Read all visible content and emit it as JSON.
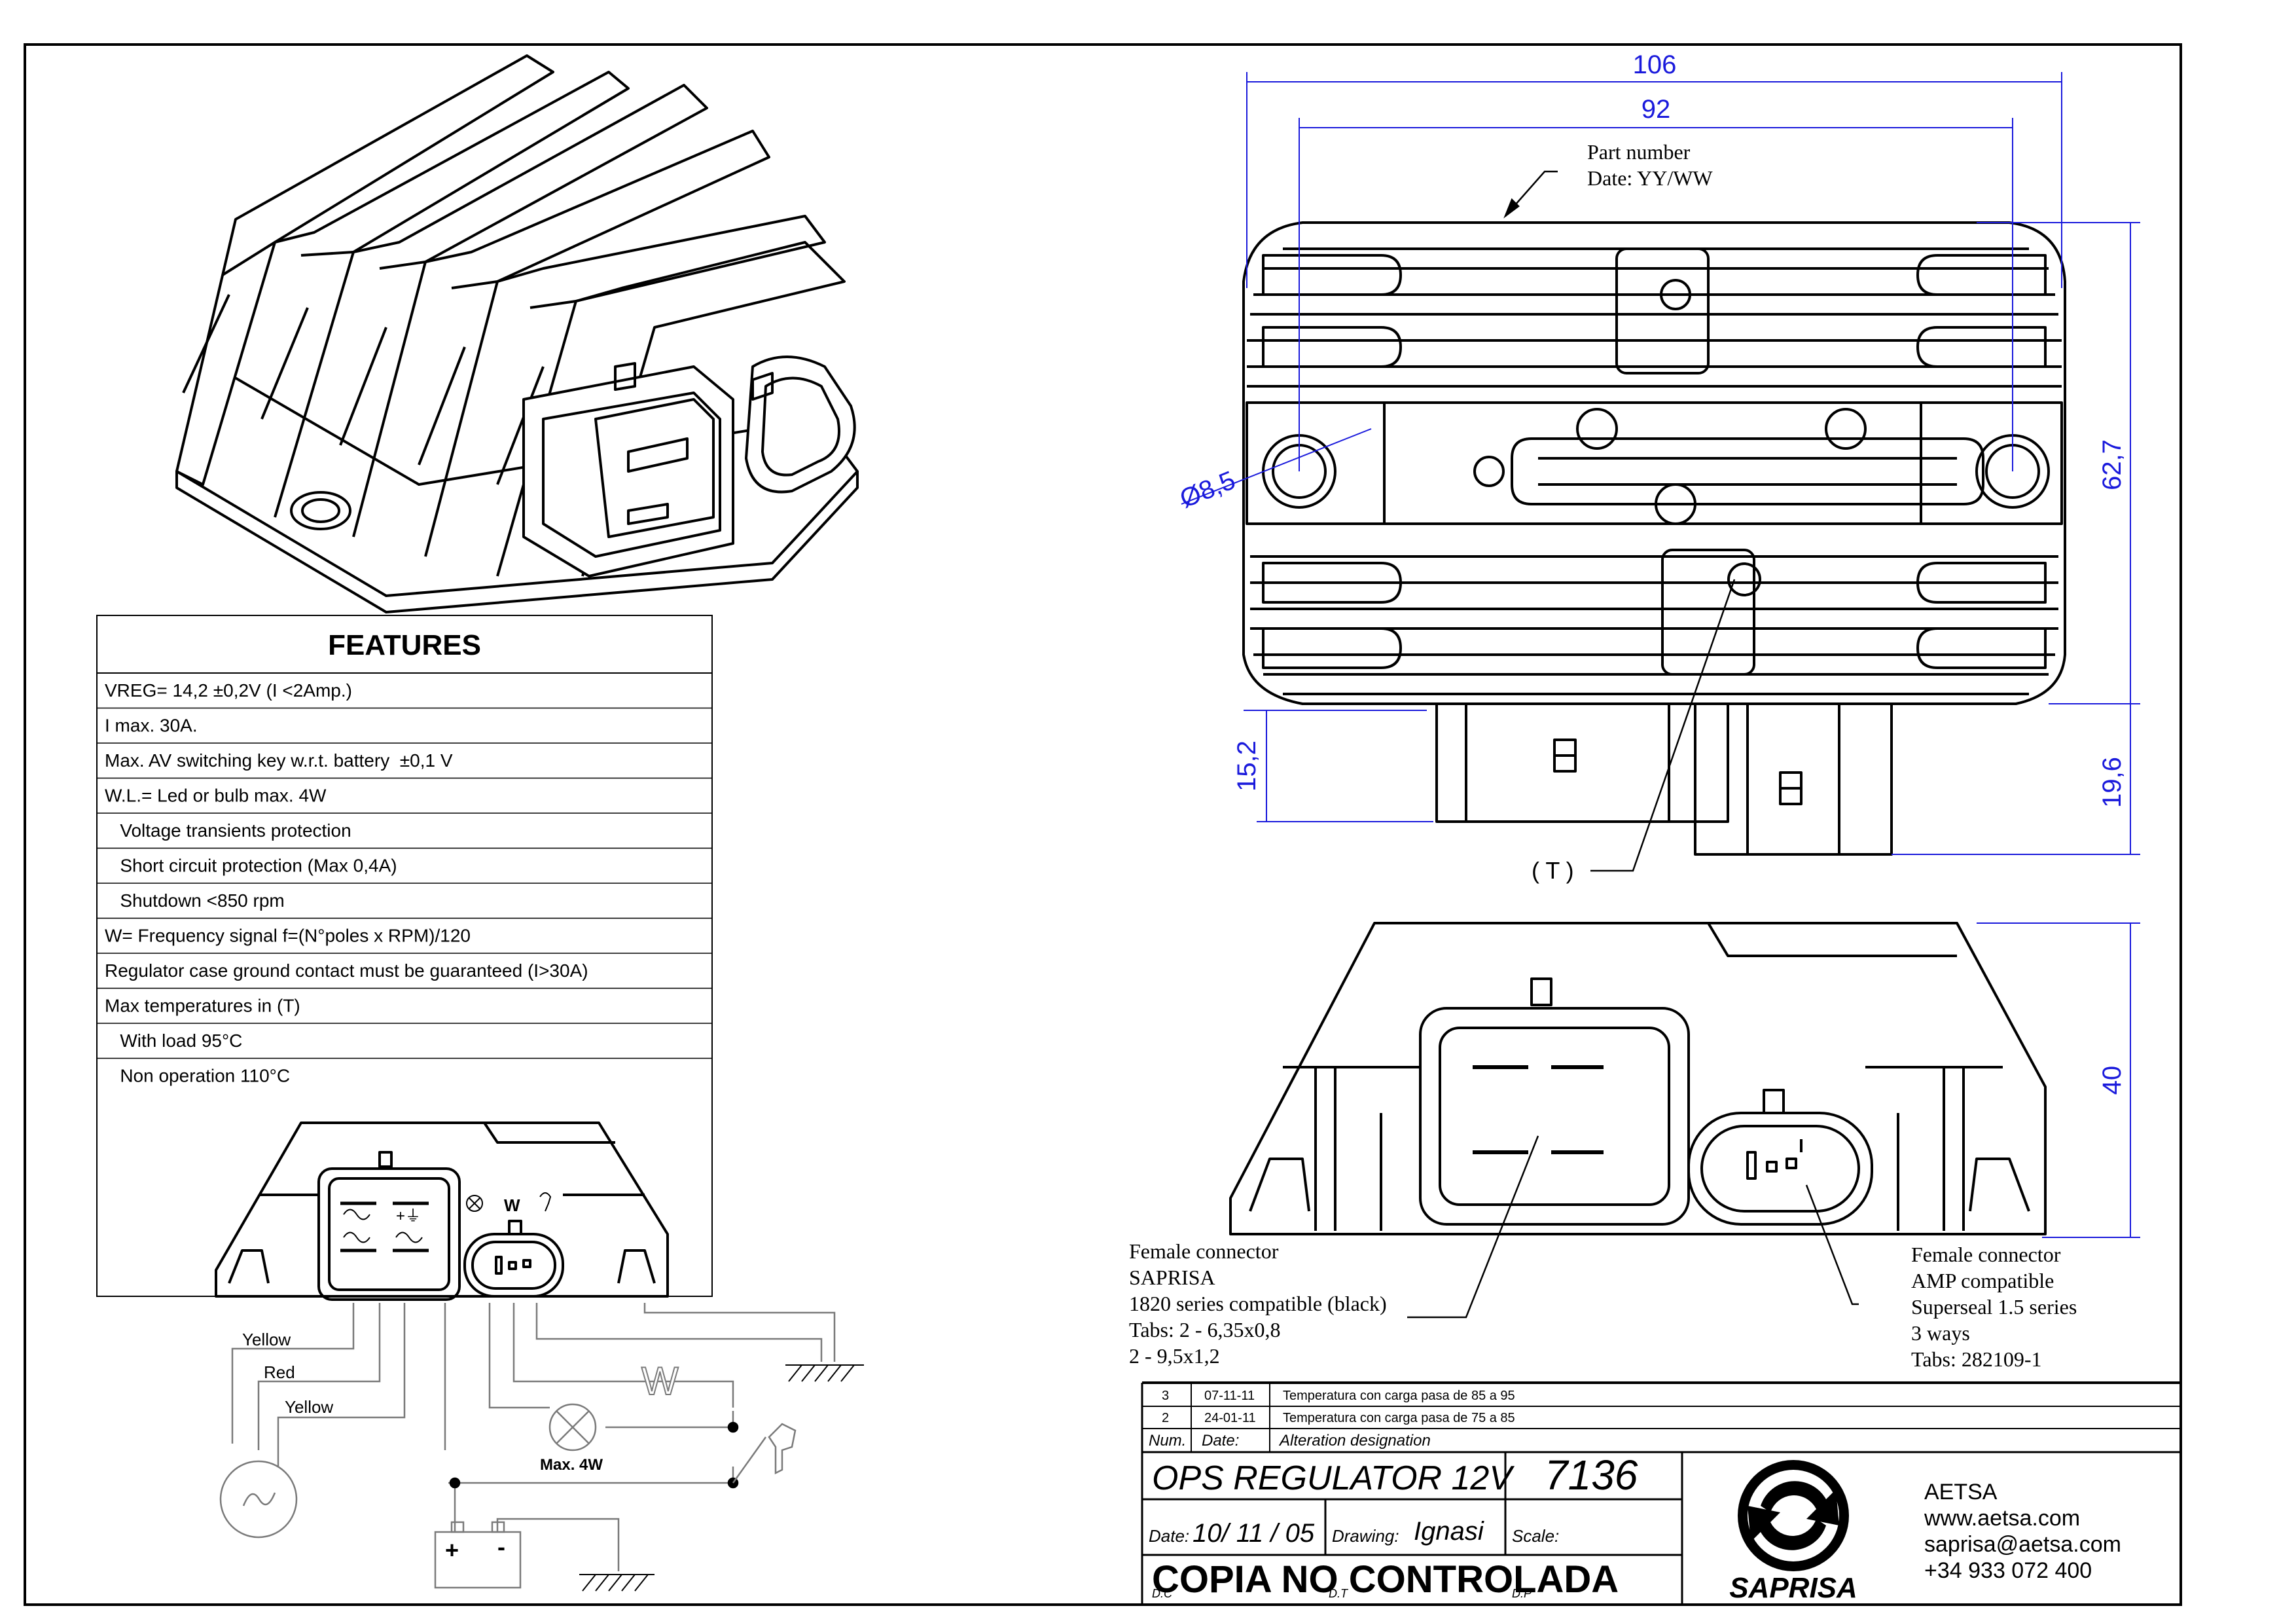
{
  "features": {
    "title": "FEATURES",
    "rows": [
      "VREG= 14,2 ±0,2V (I <2Amp.)",
      "I max. 30A.",
      "Max. AV switching key w.r.t. battery  ±0,1 V",
      "W.L.= Led or bulb max. 4W",
      "   Voltage transients protection",
      "   Short circuit protection (Max 0,4A)",
      "   Shutdown <850 rpm",
      "W= Frequency signal f=(N°poles x RPM)/120",
      "Regulator case ground contact must be guaranteed (I>30A)",
      "Max temperatures in (T)",
      "   With load 95°C",
      "   Non operation 110°C"
    ]
  },
  "dimensions": {
    "d106": "106",
    "d92": "92",
    "d62_7": "62,7",
    "d8_5": "Ø8,5",
    "d15_2": "15,2",
    "d19_6": "19,6",
    "d40": "40",
    "color": "#1a1adc"
  },
  "labels": {
    "part_number_1": "Part number",
    "part_number_2": "Date: YY/WW",
    "t_marker": "( T )",
    "female_saprisa": [
      "Female connector",
      "SAPRISA",
      "1820 series compatible (black)",
      "Tabs: 2 - 6,35x0,8",
      "          2 - 9,5x1,2"
    ],
    "female_amp": [
      "Female connector",
      "AMP compatible",
      "Superseal 1.5 series",
      "3 ways",
      "Tabs: 282109-1"
    ]
  },
  "wiring": {
    "yellow1": "Yellow",
    "red": "Red",
    "yellow2": "Yellow",
    "w_label": "W",
    "max_4w": "Max. 4W",
    "plus": "+",
    "minus": "-",
    "connector_w": "W"
  },
  "revisions": {
    "rows": [
      {
        "num": "3",
        "date": "07-11-11",
        "text": "Temperatura con carga pasa de 85 a 95"
      },
      {
        "num": "2",
        "date": "24-01-11",
        "text": "Temperatura con carga pasa de 75 a 85"
      }
    ],
    "header_num": "Num.",
    "header_date": "Date:",
    "header_text": "Alteration designation"
  },
  "title_block": {
    "title": "OPS REGULATOR 12V",
    "number": "7136",
    "date_label": "Date:",
    "date_value": "10/ 11 / 05",
    "drawing_label": "Drawing:",
    "drawing_value": "Ignasi",
    "scale_label": "Scale:",
    "stamp": "COPIA NO CONTROLADA",
    "stamp_sub1": "D.C",
    "stamp_sub2": "D.T",
    "stamp_sub3": "D.P",
    "logo_text": "SAPRISA",
    "company": "AETSA",
    "web": "www.aetsa.com",
    "email": "saprisa@aetsa.com",
    "phone": "+34 933 072 400"
  }
}
